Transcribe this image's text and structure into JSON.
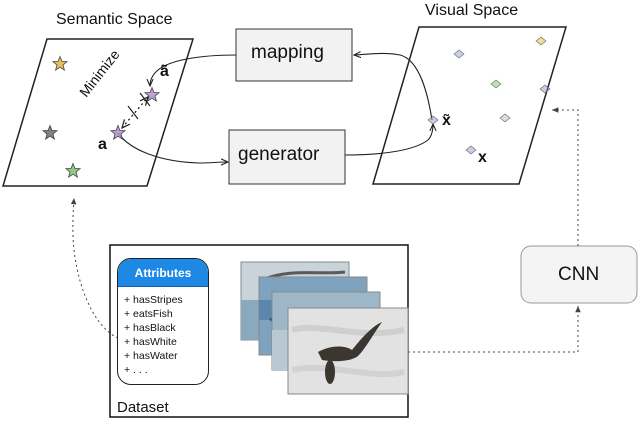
{
  "semantic_space": {
    "title": "Semantic Space"
  },
  "visual_space": {
    "title": "Visual Space"
  },
  "mapping": {
    "label": "mapping"
  },
  "generator": {
    "label": "generator"
  },
  "cnn": {
    "label": "CNN"
  },
  "symbols": {
    "a_tilde": "ã",
    "a": "a",
    "x_tilde": "x̃",
    "x": "x"
  },
  "minimize": {
    "label": "Minimize"
  },
  "dataset": {
    "label": "Dataset",
    "attributes": {
      "header": "Attributes",
      "items": [
        "+ hasStripes",
        "+ eatsFish",
        "+ hasBlack",
        "+ hasWhite",
        "+ hasWater",
        "+ . . ."
      ]
    }
  },
  "colors": {
    "star_yellow": "#e6b43c",
    "star_gray": "#6b6b6b",
    "star_green": "#7cc36a",
    "star_purple": "#b08fd0",
    "attributes_header": "#1e88e5",
    "box_fill": "#f2f2f2"
  }
}
